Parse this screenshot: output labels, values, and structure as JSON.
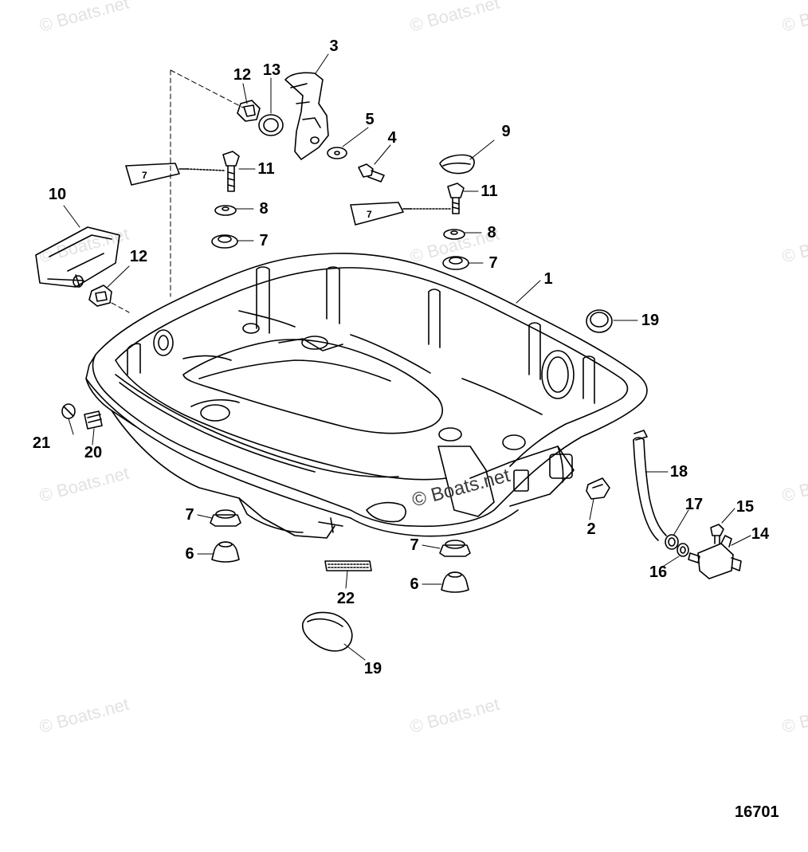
{
  "watermark": {
    "text": "© Boats.net",
    "center_text": "© Boats.net"
  },
  "figure_number": "16701",
  "callouts": [
    {
      "id": "c1",
      "label": "1"
    },
    {
      "id": "c2",
      "label": "2"
    },
    {
      "id": "c3",
      "label": "3"
    },
    {
      "id": "c4",
      "label": "4"
    },
    {
      "id": "c5",
      "label": "5"
    },
    {
      "id": "c6a",
      "label": "6"
    },
    {
      "id": "c6b",
      "label": "6"
    },
    {
      "id": "c7a",
      "label": "7"
    },
    {
      "id": "c7b",
      "label": "7"
    },
    {
      "id": "c7c",
      "label": "7"
    },
    {
      "id": "c7d",
      "label": "7"
    },
    {
      "id": "c8a",
      "label": "8"
    },
    {
      "id": "c8b",
      "label": "8"
    },
    {
      "id": "c9",
      "label": "9"
    },
    {
      "id": "c10",
      "label": "10"
    },
    {
      "id": "c11a",
      "label": "11"
    },
    {
      "id": "c11b",
      "label": "11"
    },
    {
      "id": "c12a",
      "label": "12"
    },
    {
      "id": "c12b",
      "label": "12"
    },
    {
      "id": "c13",
      "label": "13"
    },
    {
      "id": "c14",
      "label": "14"
    },
    {
      "id": "c15",
      "label": "15"
    },
    {
      "id": "c16",
      "label": "16"
    },
    {
      "id": "c17",
      "label": "17"
    },
    {
      "id": "c18",
      "label": "18"
    },
    {
      "id": "c19a",
      "label": "19"
    },
    {
      "id": "c19b",
      "label": "19"
    },
    {
      "id": "c20",
      "label": "20"
    },
    {
      "id": "c21",
      "label": "21"
    },
    {
      "id": "c22",
      "label": "22"
    }
  ],
  "tube_label": "7"
}
